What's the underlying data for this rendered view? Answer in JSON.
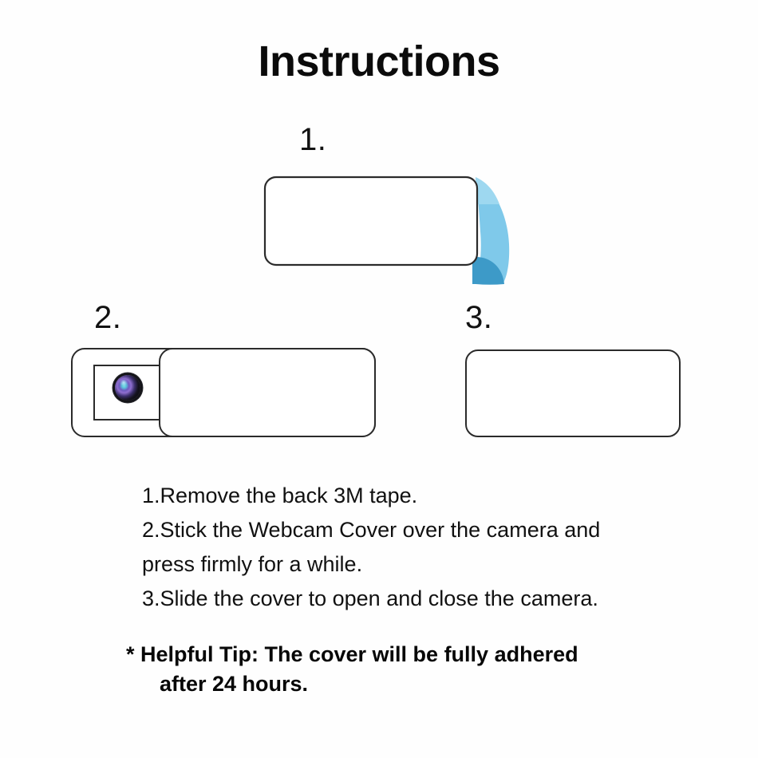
{
  "page": {
    "title": "Instructions",
    "background_color": "#ffffff",
    "text_color": "#111111"
  },
  "steps": [
    {
      "number": "1.",
      "figure": "cover-with-peeling-3m-tape",
      "tape_color_light": "#7FC9EA",
      "tape_color_dark": "#3D9AC8",
      "body_color": "#ffffff",
      "outline_color": "#2b2b2b"
    },
    {
      "number": "2.",
      "figure": "open-cover-showing-camera-lens",
      "body_color": "#ffffff",
      "outline_color": "#2b2b2b",
      "lens_colors": [
        "#8ad8e2",
        "#6f5bc0",
        "#15131f"
      ]
    },
    {
      "number": "3.",
      "figure": "closed-cover",
      "body_color": "#ffffff",
      "outline_color": "#2b2b2b"
    }
  ],
  "instructions": {
    "lines": [
      "1.Remove the back 3M tape.",
      "2.Stick the Webcam Cover over the camera and",
      "press firmly for a while.",
      "3.Slide the cover to open and close the camera."
    ]
  },
  "tip": {
    "line_1": "* Helpful Tip: The cover will be fully adhered",
    "line_2": "after 24 hours."
  }
}
